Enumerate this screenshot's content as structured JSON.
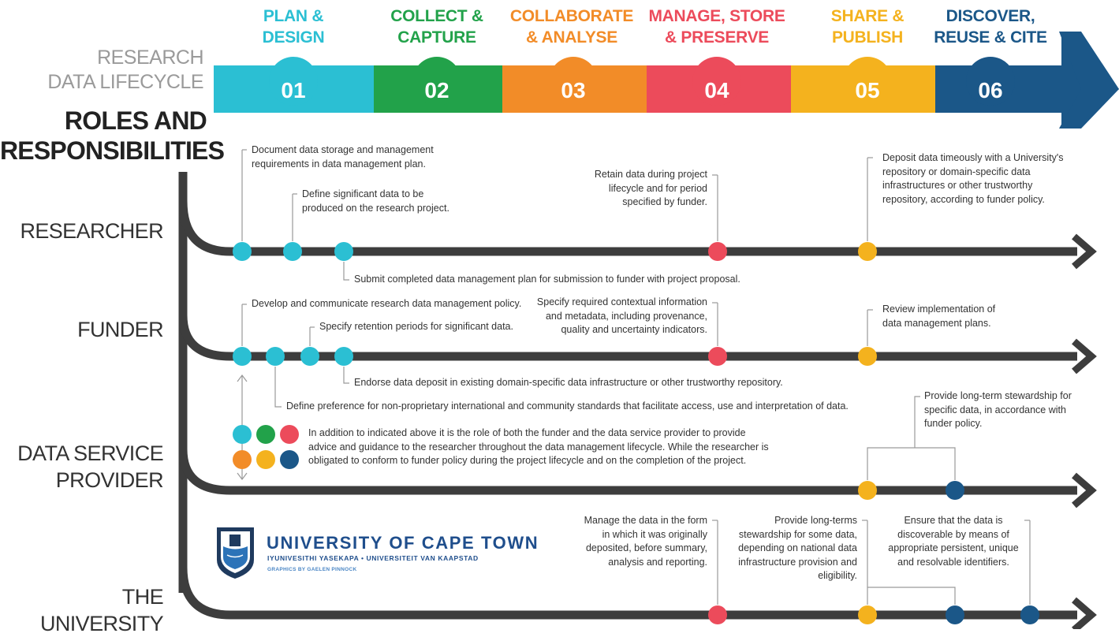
{
  "header": {
    "lifecycle_label": [
      "RESEARCH",
      "DATA LIFECYCLE"
    ],
    "roles_title": [
      "ROLES AND",
      "RESPONSIBILITIES"
    ]
  },
  "stages": [
    {
      "num": "01",
      "title": [
        "PLAN &",
        "DESIGN"
      ],
      "color": "#2bbfd3"
    },
    {
      "num": "02",
      "title": [
        "COLLECT &",
        "CAPTURE"
      ],
      "color": "#22a24a"
    },
    {
      "num": "03",
      "title": [
        "COLLABORATE",
        "& ANALYSE"
      ],
      "color": "#f28c28"
    },
    {
      "num": "04",
      "title": [
        "MANAGE, STORE",
        "& PRESERVE"
      ],
      "color": "#ec4b5b"
    },
    {
      "num": "05",
      "title": [
        "SHARE &",
        "PUBLISH"
      ],
      "color": "#f4b21e"
    },
    {
      "num": "06",
      "title": [
        "DISCOVER,",
        "REUSE & CITE"
      ],
      "color": "#1b5788"
    }
  ],
  "roles": {
    "researcher": "RESEARCHER",
    "funder": "FUNDER",
    "data_service_provider": [
      "DATA SERVICE",
      "PROVIDER"
    ],
    "university": "THE UNIVERSITY"
  },
  "notes": {
    "r1": [
      "Document data storage and management",
      "requirements in data management plan."
    ],
    "r2": [
      "Define significant data to be",
      "produced on the research project."
    ],
    "r3": "Submit completed data management plan for submission to funder with project proposal.",
    "r4": [
      "Retain data during project",
      "lifecycle and for period",
      "specified by funder."
    ],
    "r5": [
      "Deposit data timeously with a University's",
      "repository or domain-specific data",
      "infrastructures or other trustworthy",
      "repository, according to funder policy."
    ],
    "f1": "Develop and communicate research data management policy.",
    "f2": "Specify retention periods for significant data.",
    "f3": "Endorse data deposit in existing domain-specific data infrastructure or other trustworthy repository.",
    "f4": "Define preference for non-proprietary international and community standards that facilitate access, use and interpretation of data.",
    "f5": [
      "Specify required contextual information",
      "and metadata, including provenance,",
      "quality and uncertainty indicators."
    ],
    "f6": [
      "Review implementation of",
      "data management plans."
    ],
    "d1": [
      "Provide long-term stewardship for",
      "specific data, in accordance with",
      "funder policy."
    ],
    "d2": [
      "In addition to indicated above it is the role of both the funder and the data service provider to provide",
      "advice and guidance to the researcher throughout the data management lifecycle. While the researcher is",
      "obligated to conform to funder policy during the project lifecycle and on the completion of the project."
    ],
    "u1": [
      "Manage the data in the form",
      "in which it was originally",
      "deposited, before summary,",
      "analysis and reporting."
    ],
    "u2": [
      "Provide long-terms",
      "stewardship for some data,",
      "depending on national data",
      "infrastructure provision and",
      "eligibility."
    ],
    "u3": [
      "Ensure that the data is",
      "discoverable by means of",
      "appropriate persistent, unique",
      "and resolvable identifiers."
    ]
  },
  "logo": {
    "name": "UNIVERSITY OF CAPE TOWN",
    "subtitle": "IYUNIVESITHI YASEKAPA • UNIVERSITEIT VAN KAAPSTAD",
    "credit": "GRAPHICS BY GAELEN PINNOCK"
  }
}
